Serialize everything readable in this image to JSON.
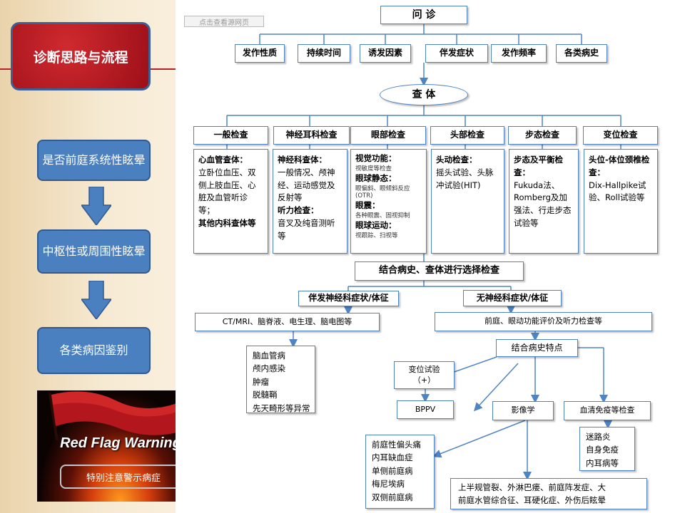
{
  "sidebar": {
    "title": "诊断思路与流程",
    "steps": [
      "是否前庭系统性眩晕",
      "中枢性或周围性眩晕",
      "各类病因鉴别"
    ],
    "flag_text": "Red Flag Warning",
    "flag_caption": "特别注意警示病症"
  },
  "watermark": "点击查看源网页",
  "history": {
    "title": "问 诊",
    "items": [
      "发作性质",
      "持续时间",
      "诱发因素",
      "伴发症状",
      "发作频率",
      "各类病史"
    ]
  },
  "exam": {
    "title": "查 体",
    "categories": [
      "一般检查",
      "神经耳科检查",
      "眼部检查",
      "头部检查",
      "步态检查",
      "变位检查"
    ],
    "details": {
      "general": [
        "心血管查体：",
        "立卧位血压、双侧上肢血压、心脏及血管听诊等；",
        "其他内科查体等"
      ],
      "neuro_ent": [
        "神经科查体：",
        "一般情况、颅神经、运动感觉及反射等",
        "听力检查：",
        "音叉及纯音测听等"
      ],
      "eye": [
        "视觉功能：",
        "视敏度等检查",
        "眼球静态：",
        "眼偏斜、眼倾斜反应(OTR)",
        "眼震：",
        "各种眼震、固视抑制",
        "眼球运动：",
        "视跟踪、扫视等"
      ],
      "head": [
        "头动检查：",
        "摇头试验、头脉冲试验(HIT)"
      ],
      "gait": [
        "步态及平衡检查：",
        "Fukuda法、Romberg及加强法、行走步态试验等"
      ],
      "positional": [
        "头位-体位颈椎检查：",
        "Dix-Hallpike试验、Roll试验等"
      ]
    }
  },
  "flow": {
    "combine": "结合病史、查体进行选择检查",
    "with_neuro": "伴发神经科症状/体征",
    "without_neuro": "无神经科症状/体征",
    "ct_mri": "CT/MRI、脑脊液、电生理、脑电图等",
    "central_list": [
      "脑血管病",
      "颅内感染",
      "肿瘤",
      "脱髓鞘",
      "先天畸形等异常"
    ],
    "vestibular_eval": "前庭、眼动功能评价及听力检查等",
    "history_features": "结合病史特点",
    "positional_test": "变位试验",
    "positional_result": "（+）",
    "bppv": "BPPV",
    "imaging": "影像学",
    "serology": "血清免疫等检查",
    "peripheral_list": [
      "前庭性偏头痛",
      "内耳缺血症",
      "单侧前庭病",
      "梅尼埃病",
      "双侧前庭病"
    ],
    "immune_list": [
      "迷路炎",
      "自身免疫",
      "内耳病等"
    ],
    "structural_line1": "上半规管裂、外淋巴瘘、前庭阵发症、大",
    "structural_line2": "前庭水管综合征、耳硬化症、外伤后眩晕"
  },
  "colors": {
    "accent": "#4f84c4",
    "title_red": "#b4212a",
    "step_blue": "#4a7fc0"
  }
}
